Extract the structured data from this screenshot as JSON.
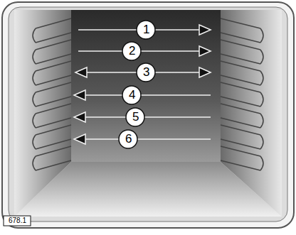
{
  "diagram": {
    "labels": [
      "1",
      "2",
      "3",
      "4",
      "5",
      "6",
      "678.1"
    ]
  }
}
